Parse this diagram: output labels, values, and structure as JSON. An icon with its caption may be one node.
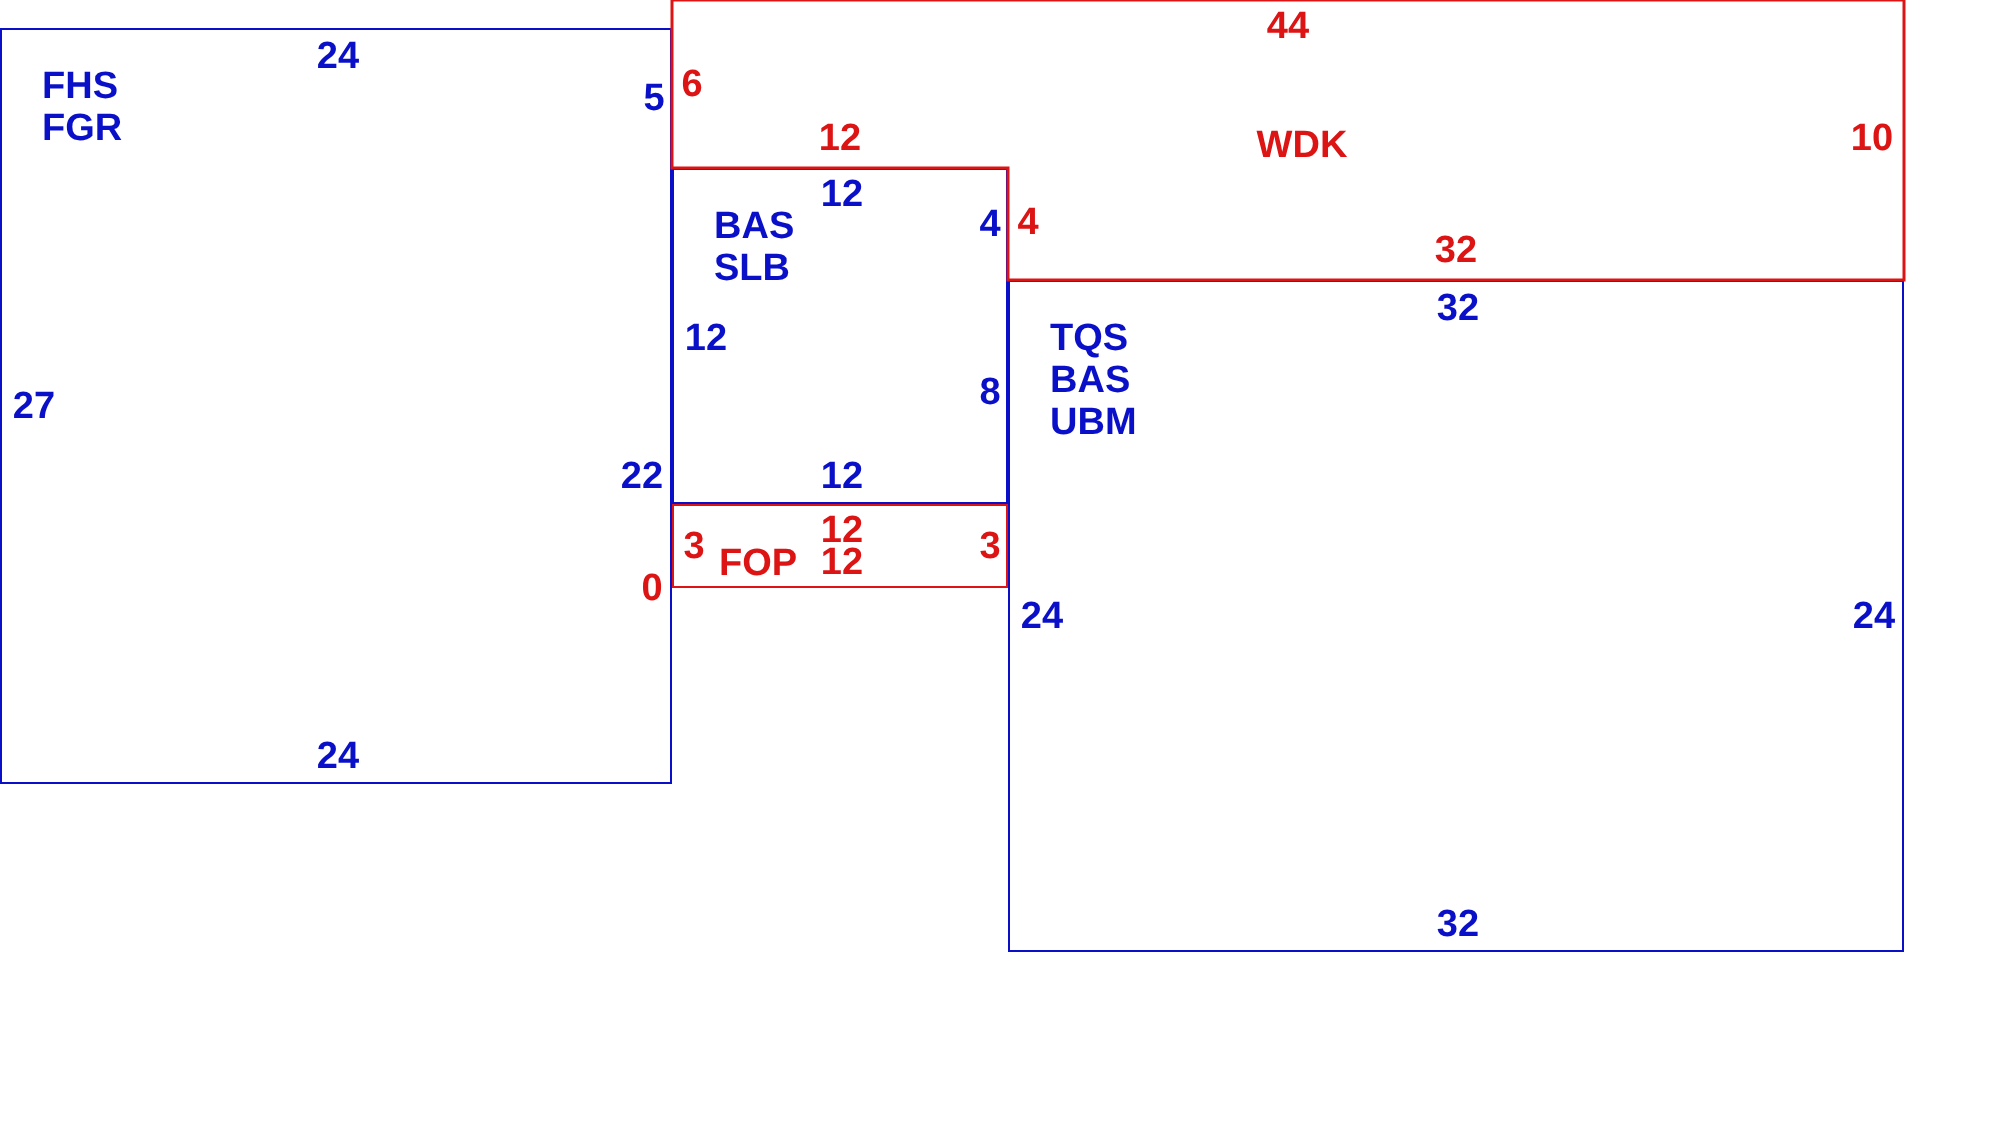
{
  "diagram": {
    "nodes": [
      {
        "text": [
          "FHS FGR",
          "24",
          "5",
          "27",
          "22",
          "24"
        ]
      },
      {
        "text": [
          "WDK",
          "44",
          "6",
          "10",
          "12",
          "4",
          "32"
        ]
      },
      {
        "text": [
          "BAS SLB",
          "12",
          "4",
          "12",
          "8",
          "12"
        ]
      },
      {
        "text": [
          "FOP",
          "3",
          "12",
          "12",
          "3"
        ],
        "beside": [
          "0"
        ]
      },
      {
        "text": [
          "TQS BAS UBM",
          "32",
          "24",
          "24",
          "32"
        ]
      }
    ]
  }
}
